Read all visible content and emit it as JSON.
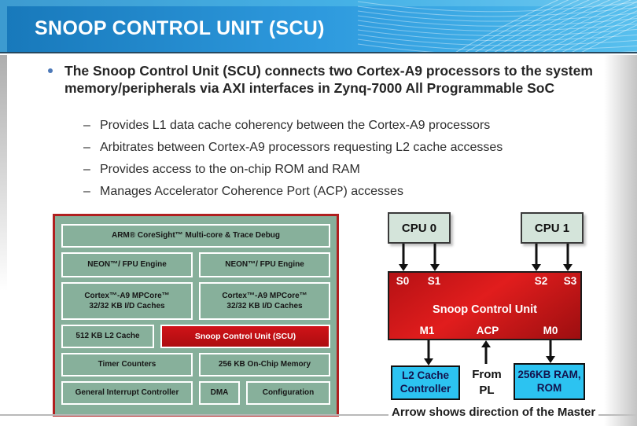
{
  "slide": {
    "title": "SNOOP CONTROL UNIT (SCU)",
    "footer_note": "Arrow shows direction of the Master"
  },
  "bullets": {
    "main": "The Snoop Control Unit (SCU) connects two Cortex-A9 processors to the system memory/peripherals via AXI interfaces in Zynq-7000 All Programmable SoC",
    "sub": [
      "Provides L1 data cache coherency between the Cortex-A9 processors",
      "Arbitrates between Cortex-A9 processors requesting L2 cache accesses",
      "Provides access to the on-chip ROM and RAM",
      "Manages Accelerator Coherence Port  (ACP) accesses"
    ]
  },
  "block_diagram": {
    "coresight": "ARM® CoreSight™ Multi-core & Trace Debug",
    "neon_left": "NEON™/ FPU Engine",
    "neon_right": "NEON™/ FPU Engine",
    "cortex_left_line1": "Cortex™-A9 MPCore™",
    "cortex_left_line2": "32/32 KB I/D Caches",
    "cortex_right_line1": "Cortex™-A9 MPCore™",
    "cortex_right_line2": "32/32 KB I/D Caches",
    "l2_cache": "512 KB L2 Cache",
    "scu": "Snoop Control Unit (SCU)",
    "timer": "Timer Counters",
    "ocm": "256 KB On-Chip Memory",
    "gic": "General Interrupt Controller",
    "dma": "DMA",
    "config": "Configuration"
  },
  "scu_diagram": {
    "cpu0": "CPU 0",
    "cpu1": "CPU 1",
    "slave_ports": [
      "S0",
      "S1",
      "S2",
      "S3"
    ],
    "unit": "Snoop Control Unit",
    "master_ports": {
      "m1": "M1",
      "acp": "ACP",
      "m0": "M0"
    },
    "l2_controller": "L2 Cache Controller",
    "from_pl": "From PL",
    "ram_rom": "256KB RAM, ROM"
  },
  "colors": {
    "header_blue_dark": "#1879bb",
    "header_blue_light": "#59c0ee",
    "diagram_green": "#87b09b",
    "diagram_border_red": "#b01f1f",
    "scu_red": "#c41216",
    "cpu_box_green": "#d4e4da",
    "cyan_box": "#2cc3f1",
    "bullet_blue": "#4d79b8"
  }
}
